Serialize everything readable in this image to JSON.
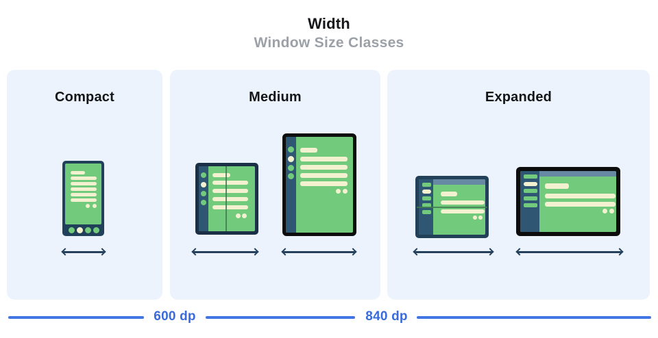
{
  "header": {
    "title": "Width",
    "subtitle": "Window Size Classes"
  },
  "size_classes": [
    {
      "label": "Compact",
      "devices": [
        "phone"
      ]
    },
    {
      "label": "Medium",
      "devices": [
        "foldable",
        "tablet-portrait"
      ]
    },
    {
      "label": "Expanded",
      "devices": [
        "landscape-foldable",
        "desktop"
      ]
    }
  ],
  "ruler": {
    "labels": [
      "600 dp",
      "840 dp"
    ]
  },
  "colors": {
    "panel_background": "#ecf3fc",
    "screen_green": "#72ca7d",
    "content_cream": "#f4f1d0",
    "frame_navy": "#21405a",
    "frame_black": "#0d0d0d",
    "rail_navy": "#2f5774",
    "top_bar_slate": "#6889a4",
    "fold_line_green": "#3f7a4f",
    "ruler_blue": "#4274e3",
    "subtitle_gray": "#9ba1a7",
    "arrow_navy": "#24405c"
  }
}
